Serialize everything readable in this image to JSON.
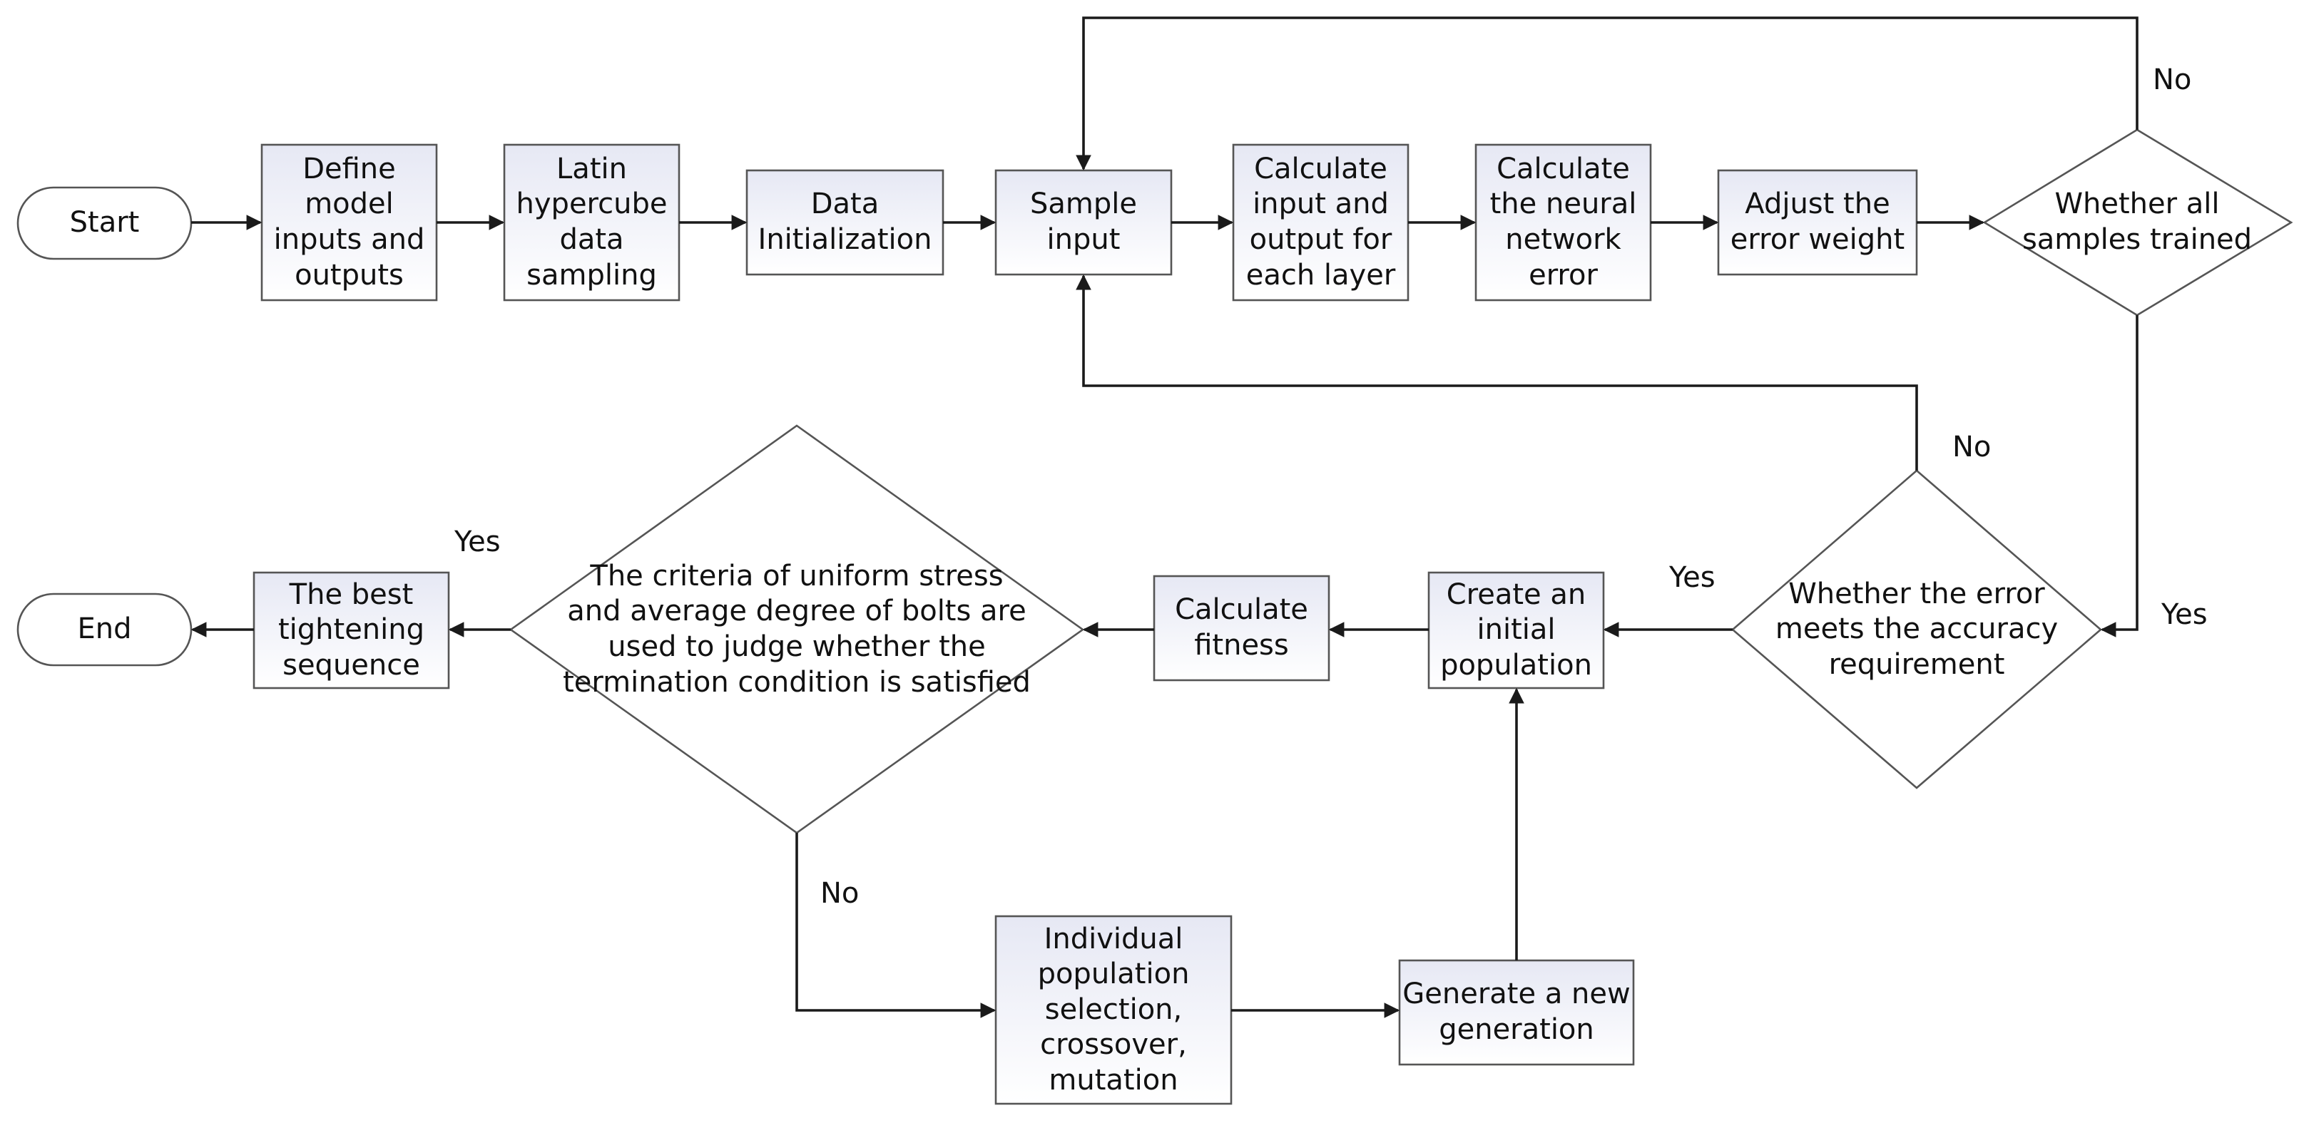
{
  "nodes": {
    "start": "Start",
    "define": "Define\nmodel\ninputs and\noutputs",
    "latin": "Latin\nhypercube\ndata\nsampling",
    "init": "Data\nInitialization",
    "sample": "Sample\ninput",
    "calc_io": "Calculate\ninput and\noutput for\neach layer",
    "calc_err": "Calculate\nthe neural\nnetwork\nerror",
    "adjust": "Adjust the\nerror weight",
    "all_trained": "Whether all\nsamples trained",
    "accuracy": "Whether the error\nmeets the accuracy\nrequirement",
    "create_pop": "Create an\ninitial\npopulation",
    "fitness": "Calculate\nfitness",
    "criteria": "The criteria of uniform stress\nand average degree of bolts are\nused to judge whether the\ntermination condition is satisfied",
    "best": "The best\ntightening\nsequence",
    "end": "End",
    "selection": "Individual\npopulation\nselection,\ncrossover,\nmutation",
    "new_gen": "Generate a new\ngeneration"
  },
  "edge_labels": {
    "all_trained_no": "No",
    "all_trained_yes": "Yes",
    "accuracy_no": "No",
    "accuracy_yes": "Yes",
    "criteria_yes": "Yes",
    "criteria_no": "No"
  },
  "colors": {
    "box_fill_top": "#e6e8f4",
    "box_fill_bottom": "#ffffff",
    "line": "#1a1a1a"
  }
}
